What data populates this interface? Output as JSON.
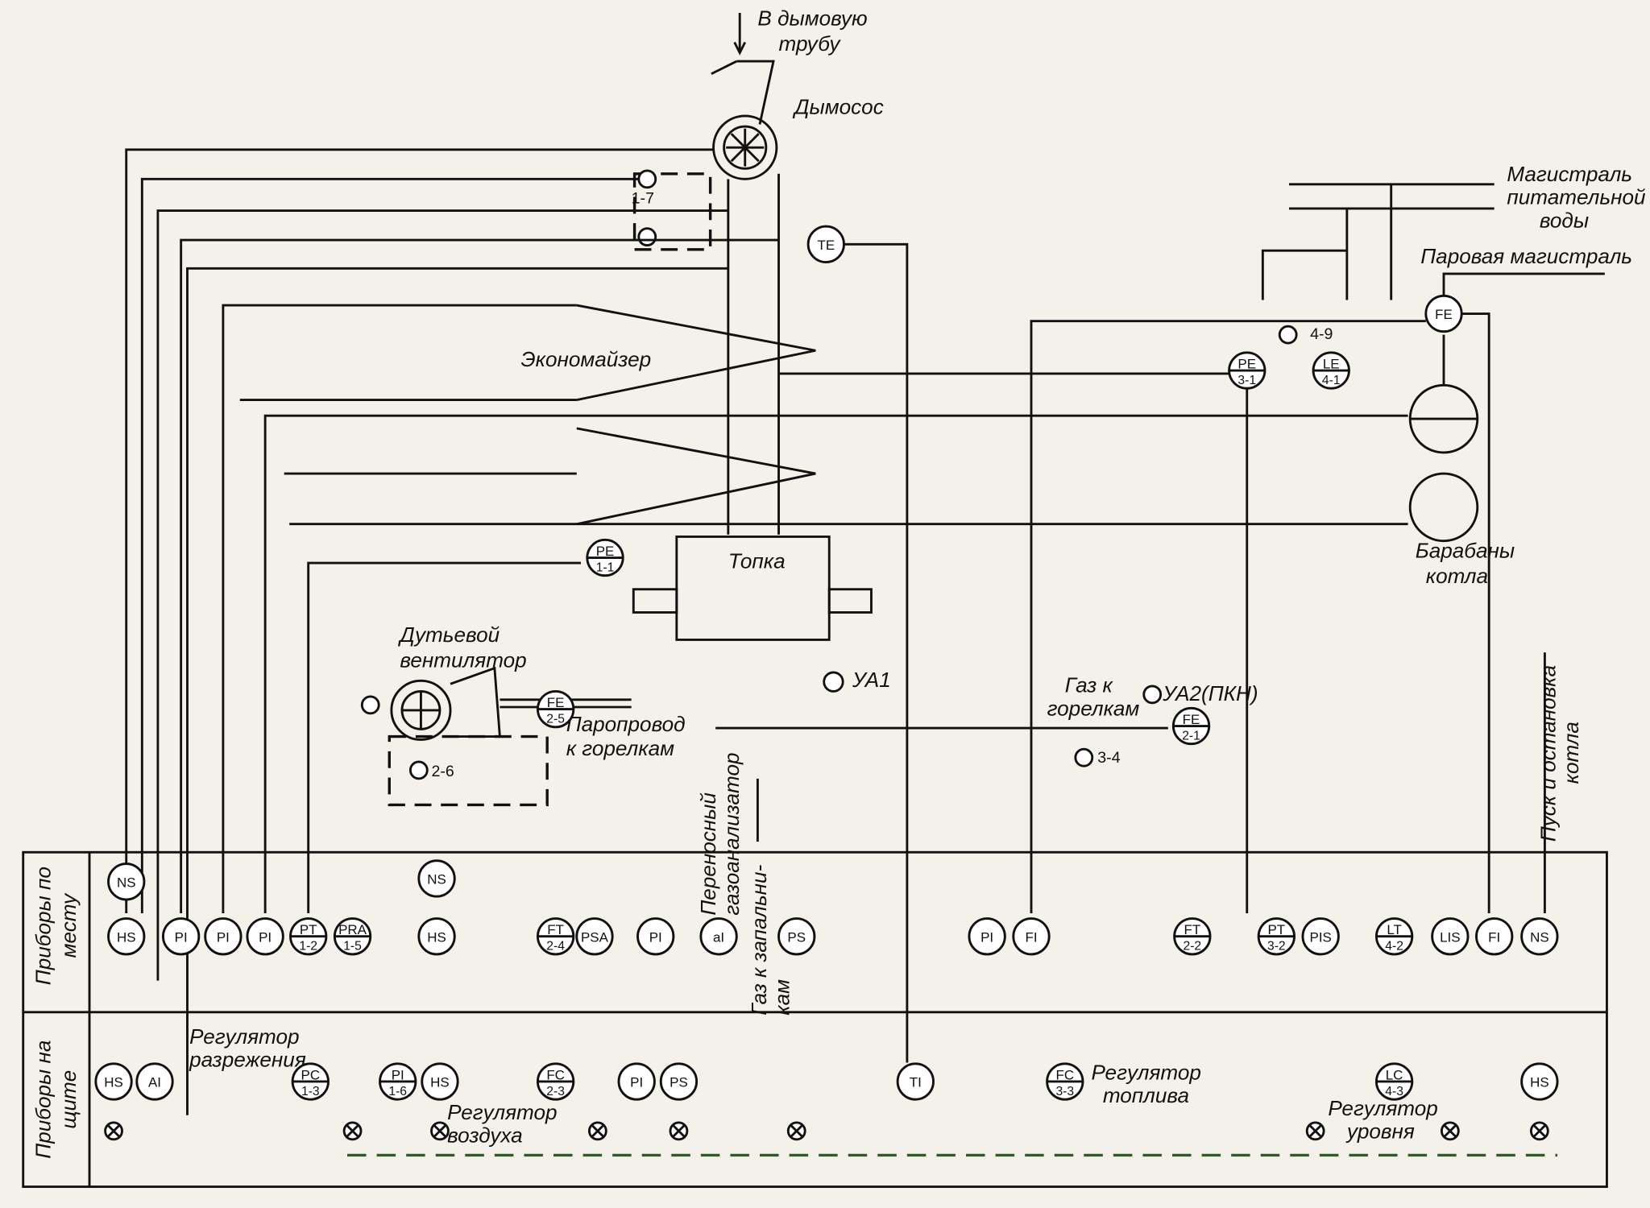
{
  "labels": {
    "chimney": "В дымовую\nтрубу",
    "smoke_exhauster": "Дымосос",
    "feedwater_main": "Магистраль\nпитательной\nводы",
    "steam_main": "Паровая магистраль",
    "economizer": "Экономайзер",
    "furnace": "Топка",
    "boiler_drums": "Барабаны\nкотла",
    "blower_fan": "Дутьевой\nвентилятор",
    "steam_pipe_burners": "Паропровод\nк горелкам",
    "portable_gas_analyzer": "Переносный\nгазоанализатор",
    "gas_to_igniters": "Газ к запальни-\nкам",
    "gas_to_burners": "Газ к\nгорелкам",
    "start_stop": "Пуск и остановка\nкотла",
    "field_instruments": "Приборы по\nместу",
    "panel_instruments": "Приборы на\nщите",
    "draft_regulator": "Регулятор\nразрежения",
    "air_regulator": "Регулятор\nвоздуха",
    "fuel_regulator": "Регулятор\nтоплива",
    "level_regulator": "Регулятор\nуровня",
    "ya1": "УА1",
    "ya2": "УА2(ПКН)",
    "tag_1_7": "1-7",
    "tag_2_6": "2-6",
    "tag_3_4": "3-4",
    "tag_4_9": "4-9"
  },
  "instruments": [
    {
      "id": "te",
      "l1": "TE",
      "l2": ""
    },
    {
      "id": "pe11",
      "l1": "PE",
      "l2": "1-1"
    },
    {
      "id": "fe25",
      "l1": "FE",
      "l2": "2-5"
    },
    {
      "id": "fe21",
      "l1": "FE",
      "l2": "2-1"
    },
    {
      "id": "pe31",
      "l1": "PE",
      "l2": "3-1"
    },
    {
      "id": "le41",
      "l1": "LE",
      "l2": "4-1"
    },
    {
      "id": "fe",
      "l1": "FE",
      "l2": ""
    },
    {
      "id": "ns_top_l",
      "l1": "NS",
      "l2": ""
    },
    {
      "id": "ns_top_2",
      "l1": "NS",
      "l2": ""
    },
    {
      "id": "hs_f1",
      "l1": "HS",
      "l2": ""
    },
    {
      "id": "pi_f1",
      "l1": "PI",
      "l2": ""
    },
    {
      "id": "pi_f2",
      "l1": "PI",
      "l2": ""
    },
    {
      "id": "pi_f3",
      "l1": "PI",
      "l2": ""
    },
    {
      "id": "pt12",
      "l1": "PT",
      "l2": "1-2"
    },
    {
      "id": "pra15",
      "l1": "PRA",
      "l2": "1-5"
    },
    {
      "id": "hs_f2",
      "l1": "HS",
      "l2": ""
    },
    {
      "id": "ft24",
      "l1": "FT",
      "l2": "2-4"
    },
    {
      "id": "psa",
      "l1": "PSA",
      "l2": ""
    },
    {
      "id": "pi_f4",
      "l1": "PI",
      "l2": ""
    },
    {
      "id": "ai_f",
      "l1": "aI",
      "l2": ""
    },
    {
      "id": "ps_f",
      "l1": "PS",
      "l2": ""
    },
    {
      "id": "pi_f5",
      "l1": "PI",
      "l2": ""
    },
    {
      "id": "fi_f1",
      "l1": "FI",
      "l2": ""
    },
    {
      "id": "ft22",
      "l1": "FT",
      "l2": "2-2"
    },
    {
      "id": "pt32",
      "l1": "PT",
      "l2": "3-2"
    },
    {
      "id": "pis",
      "l1": "PIS",
      "l2": ""
    },
    {
      "id": "lt42",
      "l1": "LT",
      "l2": "4-2"
    },
    {
      "id": "lis",
      "l1": "LIS",
      "l2": ""
    },
    {
      "id": "fi_f2",
      "l1": "FI",
      "l2": ""
    },
    {
      "id": "ns_f3",
      "l1": "NS",
      "l2": ""
    },
    {
      "id": "hs_p1",
      "l1": "HS",
      "l2": ""
    },
    {
      "id": "ai_p",
      "l1": "AI",
      "l2": ""
    },
    {
      "id": "pc13",
      "l1": "PC",
      "l2": "1-3"
    },
    {
      "id": "pi16",
      "l1": "PI",
      "l2": "1-6"
    },
    {
      "id": "hs_p2",
      "l1": "HS",
      "l2": ""
    },
    {
      "id": "fc23",
      "l1": "FC",
      "l2": "2-3"
    },
    {
      "id": "pi_p",
      "l1": "PI",
      "l2": ""
    },
    {
      "id": "ps_p",
      "l1": "PS",
      "l2": ""
    },
    {
      "id": "ti_p",
      "l1": "TI",
      "l2": ""
    },
    {
      "id": "fc33",
      "l1": "FC",
      "l2": "3-3"
    },
    {
      "id": "lc43",
      "l1": "LC",
      "l2": "4-3"
    },
    {
      "id": "hs_p3",
      "l1": "HS",
      "l2": ""
    }
  ]
}
